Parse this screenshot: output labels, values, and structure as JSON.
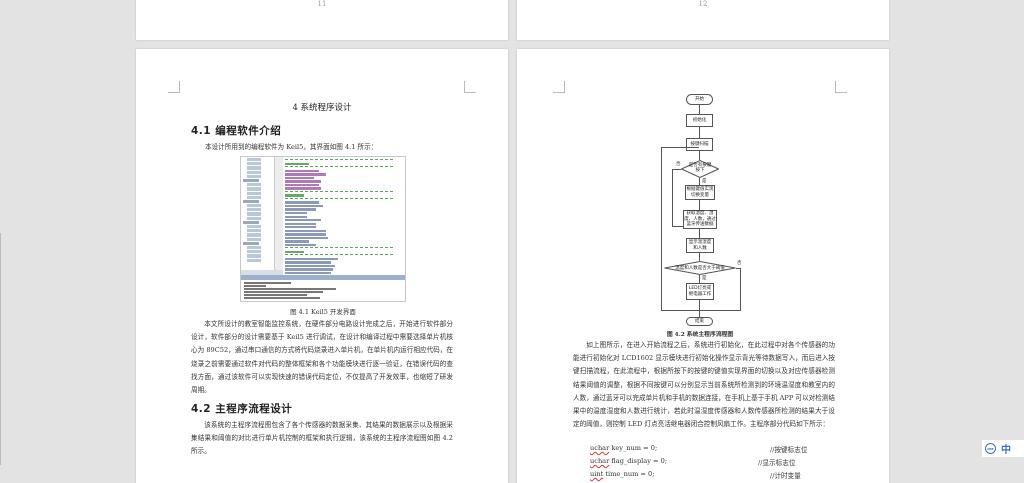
{
  "prev_pages": {
    "left_number": "11",
    "right_number": "12"
  },
  "left_page": {
    "chapter_title": "4 系统程序设计",
    "section_1": {
      "heading": "4.1 编程软件介绍",
      "intro": "本设计所用到的编程软件为 Keil5，其界面如图 4.1 所示：",
      "figure_caption": "图 4.1 Keil5 开发界面",
      "body": "本文所设计的教室智能监控系统，在硬件部分电路设计完成之后，开始进行软件部分设计，软件部分的设计需要基于 Keil5 进行调试，在设计和编译过程中需要选择单片机核心为 89C52，通过串口通信的方式将代码烧录进入单片机，在单片机内运行相应代码，在烧录之前需要通过软件对代码的整体框架和各个功能模块进行逐一验证，在错误代码的查找方面，通过该软件可以实现快速的错误代码定位，不仅提高了开发效率，也缩短了研发周期。"
    },
    "section_2": {
      "heading": "4.2 主程序流程设计",
      "body": "该系统的主程序流程图包含了各个传感器的数据采集、其结果的数据展示以及根据采集结果和阈值的对比进行单片机控制的框架和执行逻辑，该系统的主程序流程图如图 4.2 所示。"
    }
  },
  "right_page": {
    "flowchart": {
      "start": "开始",
      "init": "初始化",
      "scan": "按键扫描",
      "decision_key": "是否有按键按下",
      "adjust": "根据键值实现切换变量",
      "read": "获取温度、湿度、人数，通过蓝牙传送数据",
      "display": "显示温湿度和人数",
      "decision_threshold": "温度和人数是否大于阈值",
      "control": "LED灯亮或继电器工作",
      "end": "结束",
      "yes": "是",
      "no": "否"
    },
    "figure_caption": "图 4.2 系统主程序流程图",
    "body": "如上图所示，在进入开始流程之后，系统进行初始化，在此过程中对各个传感器的功能进行初始化对 LCD1602 显示模块进行初始化操作显示背光等待数据写入，而后进入按键扫描流程，在此流程中，根据所按下的按键的键值实现界面的切换以及对应传感器检测结果阈值的调整，根据不同按键可以分别显示当前系统所检测到的环境温湿度和教室内的人数，通过蓝牙可以完成单片机和手机的数据连接，在手机上基于手机 APP 可以对检测结果中的温度湿度和人数进行统计，若此时温湿度传感器和人数传感器所检测的结果大于设定的阈值，则控制 LED 灯点亮活继电器闭合控制风扇工作。主程序部分代码如下所示：",
    "code": [
      {
        "type": "uchar",
        "rest": " key_num = 0;",
        "comment": "//按键标志位"
      },
      {
        "type": "uchar",
        "rest": " flag_display = 0;",
        "comment": "//显示标志位"
      },
      {
        "type": "uint",
        "rest": " time_num = 0;",
        "comment": "//计时变量"
      }
    ]
  },
  "ime": {
    "lang": "中"
  }
}
